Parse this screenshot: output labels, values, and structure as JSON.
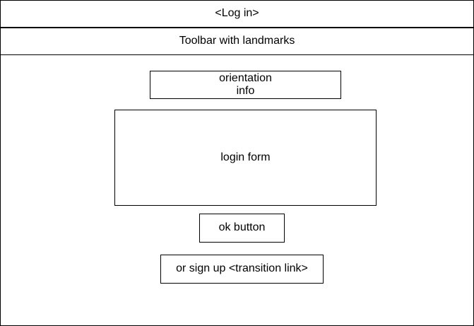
{
  "header": {
    "title": "<Log in>"
  },
  "toolbar": {
    "label": "Toolbar with landmarks"
  },
  "orientation": {
    "line1": "orientation",
    "line2": "info"
  },
  "login_form": {
    "label": "login form"
  },
  "ok_button": {
    "label": "ok button"
  },
  "signup_link": {
    "label": "or sign up <transition link>"
  }
}
